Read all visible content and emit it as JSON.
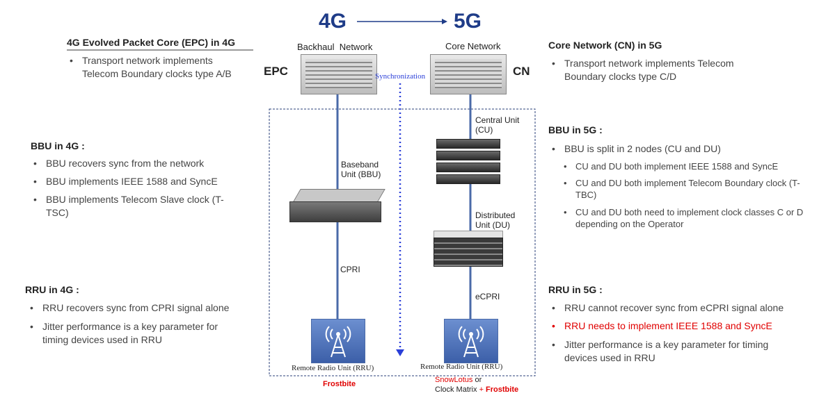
{
  "header": {
    "from": "4G",
    "to": "5G"
  },
  "systems": {
    "epc": "EPC",
    "cn": "CN"
  },
  "network_labels": {
    "backhaul": "Backhaul  Network",
    "core": "Core Network",
    "sync": "Synchronization"
  },
  "nodes": {
    "bbu": "Baseband\nUnit (BBU)",
    "cu": "Central Unit\n(CU)",
    "du": "Distributed\nUnit (DU)",
    "rru_4g": "Remote Radio Unit (RRU)",
    "rru_5g": "Remote Radio Unit (RRU)"
  },
  "links": {
    "cpri": "CPRI",
    "ecpri": "eCPRI"
  },
  "devices": {
    "frostbite": "Frostbite",
    "snowlotus": "SnowLotus",
    "or_clock_matrix": " or",
    "clock_matrix": "Clock Matrix ",
    "plus": "+ ",
    "frostbite_5g": "Frostbite"
  },
  "left": {
    "epc": {
      "title": "4G Evolved Packet Core (EPC) in 4G",
      "bullets": [
        "Transport network implements\nTelecom Boundary clocks type A/B"
      ]
    },
    "bbu": {
      "title": "BBU in 4G :",
      "bullets": [
        "BBU recovers sync from the network",
        "BBU implements IEEE 1588 and SyncE",
        "BBU implements Telecom Slave clock (T-\nTSC)"
      ]
    },
    "rru": {
      "title": "RRU in 4G :",
      "bullets": [
        "RRU recovers sync from CPRI signal alone",
        "Jitter performance is a key parameter for\ntiming devices used in RRU"
      ]
    }
  },
  "right": {
    "cn": {
      "title": "Core Network (CN) in 5G",
      "bullets": [
        "Transport network implements Telecom\nBoundary clocks type C/D"
      ]
    },
    "bbu": {
      "title": "BBU in 5G :",
      "bullets": [
        "BBU is split in 2 nodes (CU and DU)"
      ],
      "sub_bullets": [
        "CU and DU both implement IEEE 1588 and SyncE",
        "CU and DU both implement Telecom Boundary clock (T-\nTBC)",
        "CU and DU both need to implement clock classes C or D\ndepending on the Operator"
      ]
    },
    "rru": {
      "title": "RRU in 5G :",
      "bullets": [
        "RRU cannot recover sync from eCPRI signal alone",
        "RRU needs to implement IEEE 1588 and SyncE",
        "Jitter performance is a key parameter for timing\ndevices used in RRU"
      ]
    }
  },
  "colors": {
    "accent_blue": "#1f3c88",
    "highlight_red": "#e00000",
    "link_blue": "#4a6aa8",
    "sync_blue": "#2a3fd8"
  }
}
